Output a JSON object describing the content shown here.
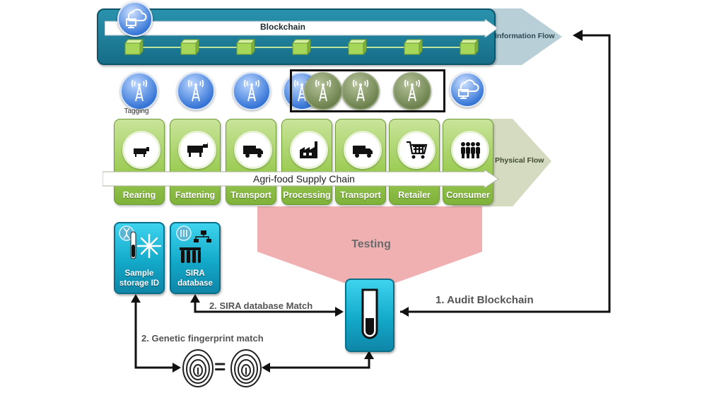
{
  "blockchain": {
    "title": "Blockchain",
    "flow_label": "Information Flow",
    "block_count": 7
  },
  "towers": {
    "tagging_label": "Tagging"
  },
  "supply_chain": {
    "title": "Agri-food Supply Chain",
    "flow_label": "Physical Flow",
    "stages": [
      {
        "label": "Rearing",
        "icon": "cow-icon"
      },
      {
        "label": "Fattening",
        "icon": "cattle-icon"
      },
      {
        "label": "Transport",
        "icon": "truck-icon"
      },
      {
        "label": "Processing",
        "icon": "factory-icon"
      },
      {
        "label": "Transport",
        "icon": "truck-icon"
      },
      {
        "label": "Retailer",
        "icon": "shopping-cart-icon"
      },
      {
        "label": "Consumer",
        "icon": "people-icon"
      }
    ]
  },
  "testing": {
    "label": "Testing"
  },
  "storage": {
    "sample_line1": "Sample",
    "sample_line2": "storage ID",
    "sira_line1": "SIRA",
    "sira_line2": "database"
  },
  "steps": {
    "audit": "1. Audit Blockchain",
    "sira_match": "2. SIRA database Match",
    "genetic_match": "2. Genetic fingerprint match",
    "equals": "="
  },
  "colors": {
    "blockchain_band": "#1a7a96",
    "arrow_band": "#b9d0d9",
    "stage_green": "#9ccc55",
    "physical_band": "#d6dcc4",
    "testing_pink": "#f0b0b2",
    "tank_cyan": "#13a9c9",
    "tower_blue": "#3a78d8",
    "tower_green": "#6f8450"
  }
}
